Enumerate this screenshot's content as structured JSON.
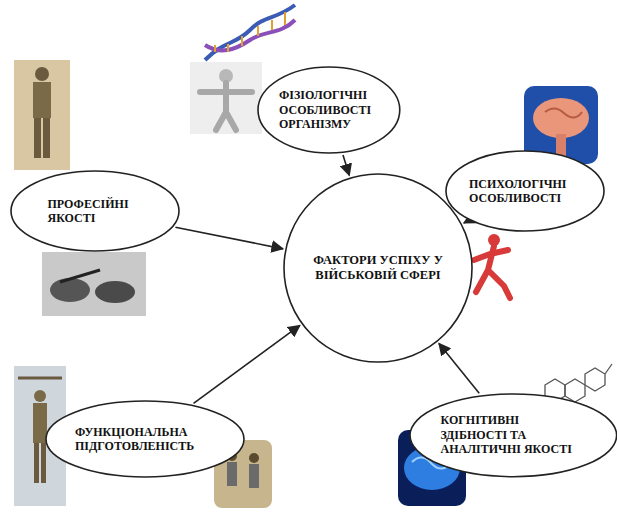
{
  "diagram": {
    "nodes": [
      {
        "text": [
          "ФАКТОРИ УСПІХУ У ВІЙСЬКОВІЙ СФЕРІ"
        ]
      },
      {
        "text": [
          "ФІЗІОЛОГІЧНІ ОСОБЛИВОСТІ ОРГАНІЗМУ"
        ]
      },
      {
        "text": [
          "ПРОФЕСІЙНІ ЯКОСТІ"
        ]
      },
      {
        "text": [
          "ПСИХОЛОГІЧНІ ОСОБЛИВОСТІ"
        ]
      },
      {
        "text": [
          "ФУНКЦІОНАЛЬНА ПІДГОТОВЛЕНІСТЬ"
        ]
      },
      {
        "text": [
          "КОГНІТИВНІ ЗДІБНОСТІ ТА АНАЛІТИЧНІ ЯКОСТІ"
        ]
      }
    ],
    "edges": [
      {
        "from": 1,
        "to": 0,
        "arrow": "to"
      },
      {
        "from": 2,
        "to": 0,
        "arrow": "to"
      },
      {
        "from": 3,
        "to": 0,
        "arrow": "to"
      },
      {
        "from": 4,
        "to": 0,
        "arrow": "to"
      },
      {
        "from": 5,
        "to": 0,
        "arrow": "to"
      }
    ]
  }
}
